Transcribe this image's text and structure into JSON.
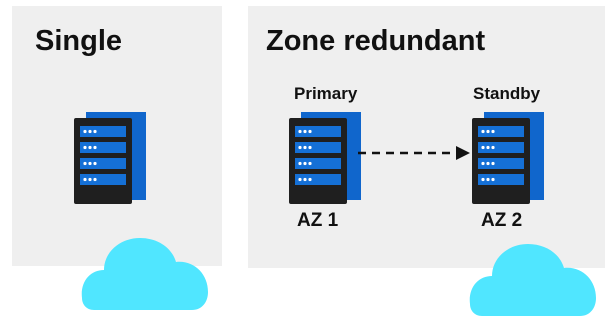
{
  "single": {
    "title": "Single"
  },
  "zone_redundant": {
    "title": "Zone redundant",
    "primary_label": "Primary",
    "standby_label": "Standby",
    "az1_label": "AZ 1",
    "az2_label": "AZ 2"
  },
  "colors": {
    "panel_background": "#efefef",
    "server_dark": "#1f1f1f",
    "server_blue": "#1570d6",
    "server_back_blue": "#0a5cc2",
    "cloud": "#50e6ff",
    "arrow": "#111111"
  },
  "icons": [
    "server-rack-icon",
    "cloud-icon",
    "dashed-arrow-icon"
  ]
}
